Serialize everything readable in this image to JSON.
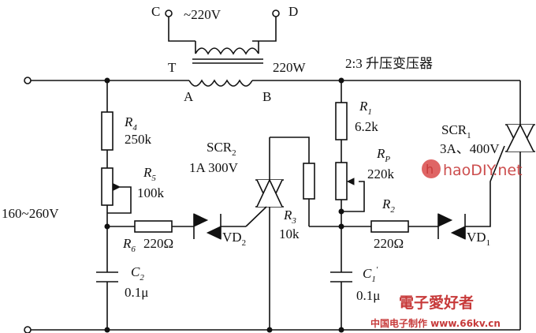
{
  "transformer": {
    "primary_label": "~220V",
    "terminal_c": "C",
    "terminal_d": "D",
    "name": "T",
    "power": "220W",
    "terminal_a": "A",
    "terminal_b": "B",
    "ratio_note": "2:3 升压变压器"
  },
  "input": {
    "range": "160~260V"
  },
  "components": {
    "r4": {
      "letter": "R",
      "sub": "4",
      "value": "250k"
    },
    "r5": {
      "letter": "R",
      "sub": "5",
      "value": "100k"
    },
    "r6": {
      "letter": "R",
      "sub": "6",
      "value": "220Ω"
    },
    "c2": {
      "letter": "C",
      "sub": "2",
      "value": "0.1μ"
    },
    "vd2": {
      "letter": "VD",
      "sub": "2"
    },
    "scr2": {
      "letter": "SCR",
      "sub": "2",
      "rating": "1A  300V"
    },
    "r3": {
      "letter": "R",
      "sub": "3",
      "value": "10k"
    },
    "r1": {
      "letter": "R",
      "sub": "1",
      "value": "6.2k"
    },
    "rp": {
      "letter": "R",
      "sub": "P",
      "value": "220k"
    },
    "r2": {
      "letter": "R",
      "sub": "2",
      "value": "220Ω"
    },
    "c1": {
      "letter": "C",
      "sub": "1",
      "mark": "′",
      "value": "0.1μ"
    },
    "vd1": {
      "letter": "VD",
      "sub": "1"
    },
    "scr1": {
      "letter": "SCR",
      "sub": "1",
      "rating": "3A、400V"
    }
  },
  "watermark": {
    "logo_text": "haoDIY.net",
    "cn_title": "電子愛好者",
    "cn_site": "中国电子制作 www.66kv.cn"
  }
}
